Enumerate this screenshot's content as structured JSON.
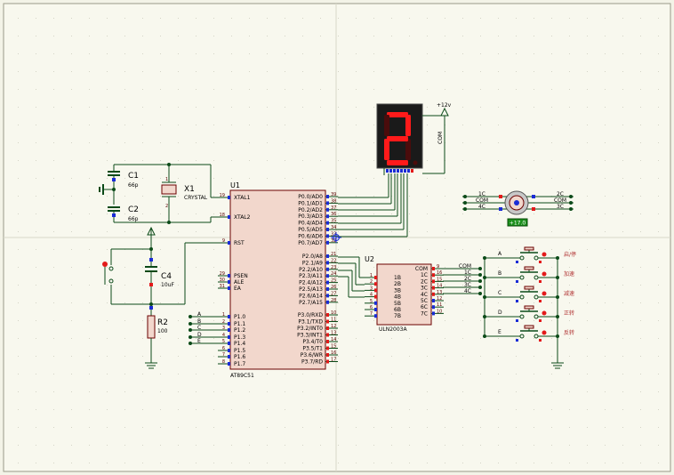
{
  "colors": {
    "background": "#f3f3e7",
    "sheet": "#f8f8ee",
    "wire": "#0b4a18",
    "body": "#f2d7cc",
    "body_border": "#6b0000",
    "label": "#000000",
    "pin_number": "#5a0000",
    "pin_blue": "#1a2bd6",
    "pin_red": "#e31a1a",
    "display_bg": "#1a1a1a",
    "segment_on": "#ff1a1a",
    "segment_off": "#4a0c0c",
    "motor_badge": "#1b8f1b",
    "cn_label": "#b03030",
    "grid": "#c9c9b8"
  },
  "u1": {
    "ref": "U1",
    "part": "AT89C51",
    "left_pins": [
      {
        "num": "19",
        "name": "XTAL1"
      },
      {
        "num": "18",
        "name": "XTAL2"
      },
      {
        "num": "9",
        "name": "RST"
      },
      {
        "num": "29",
        "name": "PSEN"
      },
      {
        "num": "30",
        "name": "ALE"
      },
      {
        "num": "31",
        "name": "EA"
      },
      {
        "num": "1",
        "name": "P1.0"
      },
      {
        "num": "2",
        "name": "P1.1"
      },
      {
        "num": "3",
        "name": "P1.2"
      },
      {
        "num": "4",
        "name": "P1.3"
      },
      {
        "num": "5",
        "name": "P1.4"
      },
      {
        "num": "6",
        "name": "P1.5"
      },
      {
        "num": "7",
        "name": "P1.6"
      },
      {
        "num": "8",
        "name": "P1.7"
      }
    ],
    "right_pins": [
      {
        "num": "39",
        "name": "P0.0/AD0"
      },
      {
        "num": "38",
        "name": "P0.1/AD1"
      },
      {
        "num": "37",
        "name": "P0.2/AD2"
      },
      {
        "num": "36",
        "name": "P0.3/AD3"
      },
      {
        "num": "35",
        "name": "P0.4/AD4"
      },
      {
        "num": "34",
        "name": "P0.5/AD5"
      },
      {
        "num": "33",
        "name": "P0.6/AD6"
      },
      {
        "num": "32",
        "name": "P0.7/AD7"
      },
      {
        "num": "21",
        "name": "P2.0/A8"
      },
      {
        "num": "22",
        "name": "P2.1/A9"
      },
      {
        "num": "23",
        "name": "P2.2/A10"
      },
      {
        "num": "24",
        "name": "P2.3/A11"
      },
      {
        "num": "25",
        "name": "P2.4/A12"
      },
      {
        "num": "26",
        "name": "P2.5/A13"
      },
      {
        "num": "27",
        "name": "P2.6/A14"
      },
      {
        "num": "28",
        "name": "P2.7/A15"
      },
      {
        "num": "10",
        "name": "P3.0/RXD"
      },
      {
        "num": "11",
        "name": "P3.1/TXD"
      },
      {
        "num": "12",
        "name": "P3.2/INT0"
      },
      {
        "num": "13",
        "name": "P3.3/INT1"
      },
      {
        "num": "14",
        "name": "P3.4/T0"
      },
      {
        "num": "15",
        "name": "P3.5/T1"
      },
      {
        "num": "16",
        "name": "P3.6/WR"
      },
      {
        "num": "17",
        "name": "P3.7/RD"
      }
    ],
    "p1_net_labels": [
      "A",
      "B",
      "C",
      "D",
      "E"
    ]
  },
  "u2": {
    "ref": "U2",
    "part": "ULN2003A",
    "left_pins": [
      {
        "num": "1",
        "name": "1B"
      },
      {
        "num": "2",
        "name": "2B"
      },
      {
        "num": "3",
        "name": "3B"
      },
      {
        "num": "4",
        "name": "4B"
      },
      {
        "num": "5",
        "name": "5B"
      },
      {
        "num": "6",
        "name": "6B"
      },
      {
        "num": "7",
        "name": "7B"
      }
    ],
    "right_pins": [
      {
        "num": "9",
        "name": "COM"
      },
      {
        "num": "16",
        "name": "1C"
      },
      {
        "num": "15",
        "name": "2C"
      },
      {
        "num": "14",
        "name": "3C"
      },
      {
        "num": "13",
        "name": "4C"
      },
      {
        "num": "12",
        "name": "5C"
      },
      {
        "num": "11",
        "name": "6C"
      },
      {
        "num": "10",
        "name": "7C"
      }
    ],
    "output_net_labels": [
      "COM",
      "1C",
      "2C",
      "3C",
      "4C"
    ]
  },
  "components": {
    "c1": {
      "ref": "C1",
      "value": "66p"
    },
    "c2": {
      "ref": "C2",
      "value": "66p"
    },
    "x1": {
      "ref": "X1",
      "value": "CRYSTAL"
    },
    "c4": {
      "ref": "C4",
      "value": "10uF"
    },
    "r2": {
      "ref": "R2",
      "value": "100"
    }
  },
  "display": {
    "digit": "2",
    "segments_on": [
      true,
      true,
      false,
      true,
      true,
      false,
      true
    ],
    "supply": "+12v",
    "com_label": "COM"
  },
  "motor": {
    "labels_left": [
      "1C",
      "COM",
      "4C"
    ],
    "labels_right": [
      "2C",
      "COM",
      "3C"
    ],
    "reading": "+17.0"
  },
  "buttons": [
    {
      "net": "A",
      "label": "启/停"
    },
    {
      "net": "B",
      "label": "加速"
    },
    {
      "net": "C",
      "label": "减速"
    },
    {
      "net": "D",
      "label": "正转"
    },
    {
      "net": "E",
      "label": "反转"
    }
  ]
}
